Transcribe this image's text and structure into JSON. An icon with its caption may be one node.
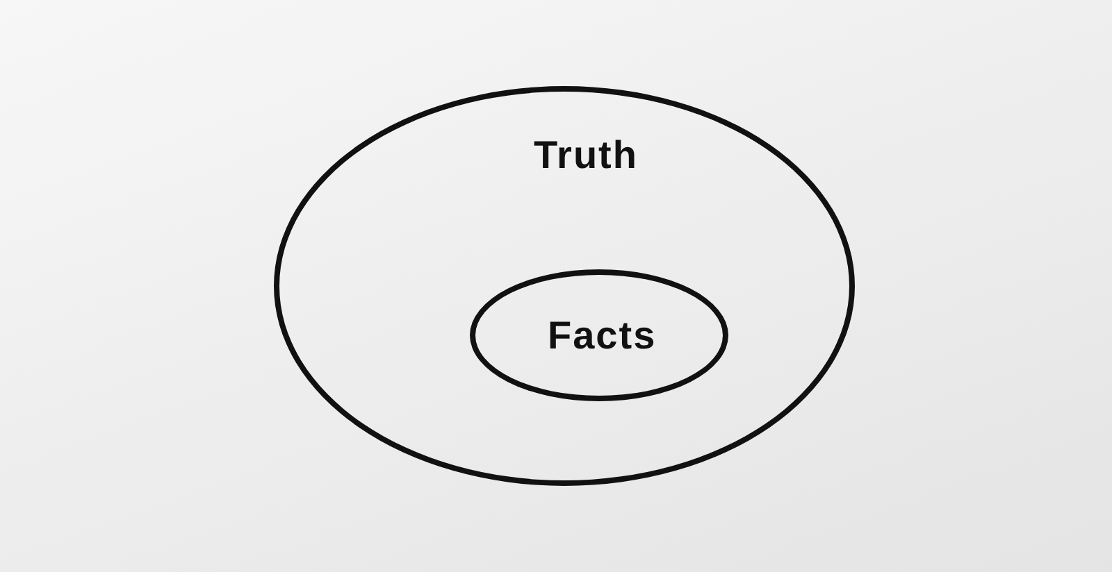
{
  "diagram": {
    "nodes": [
      {
        "text": [
          "Truth"
        ]
      },
      {
        "text": [
          "Facts"
        ],
        "in": 0
      }
    ]
  }
}
